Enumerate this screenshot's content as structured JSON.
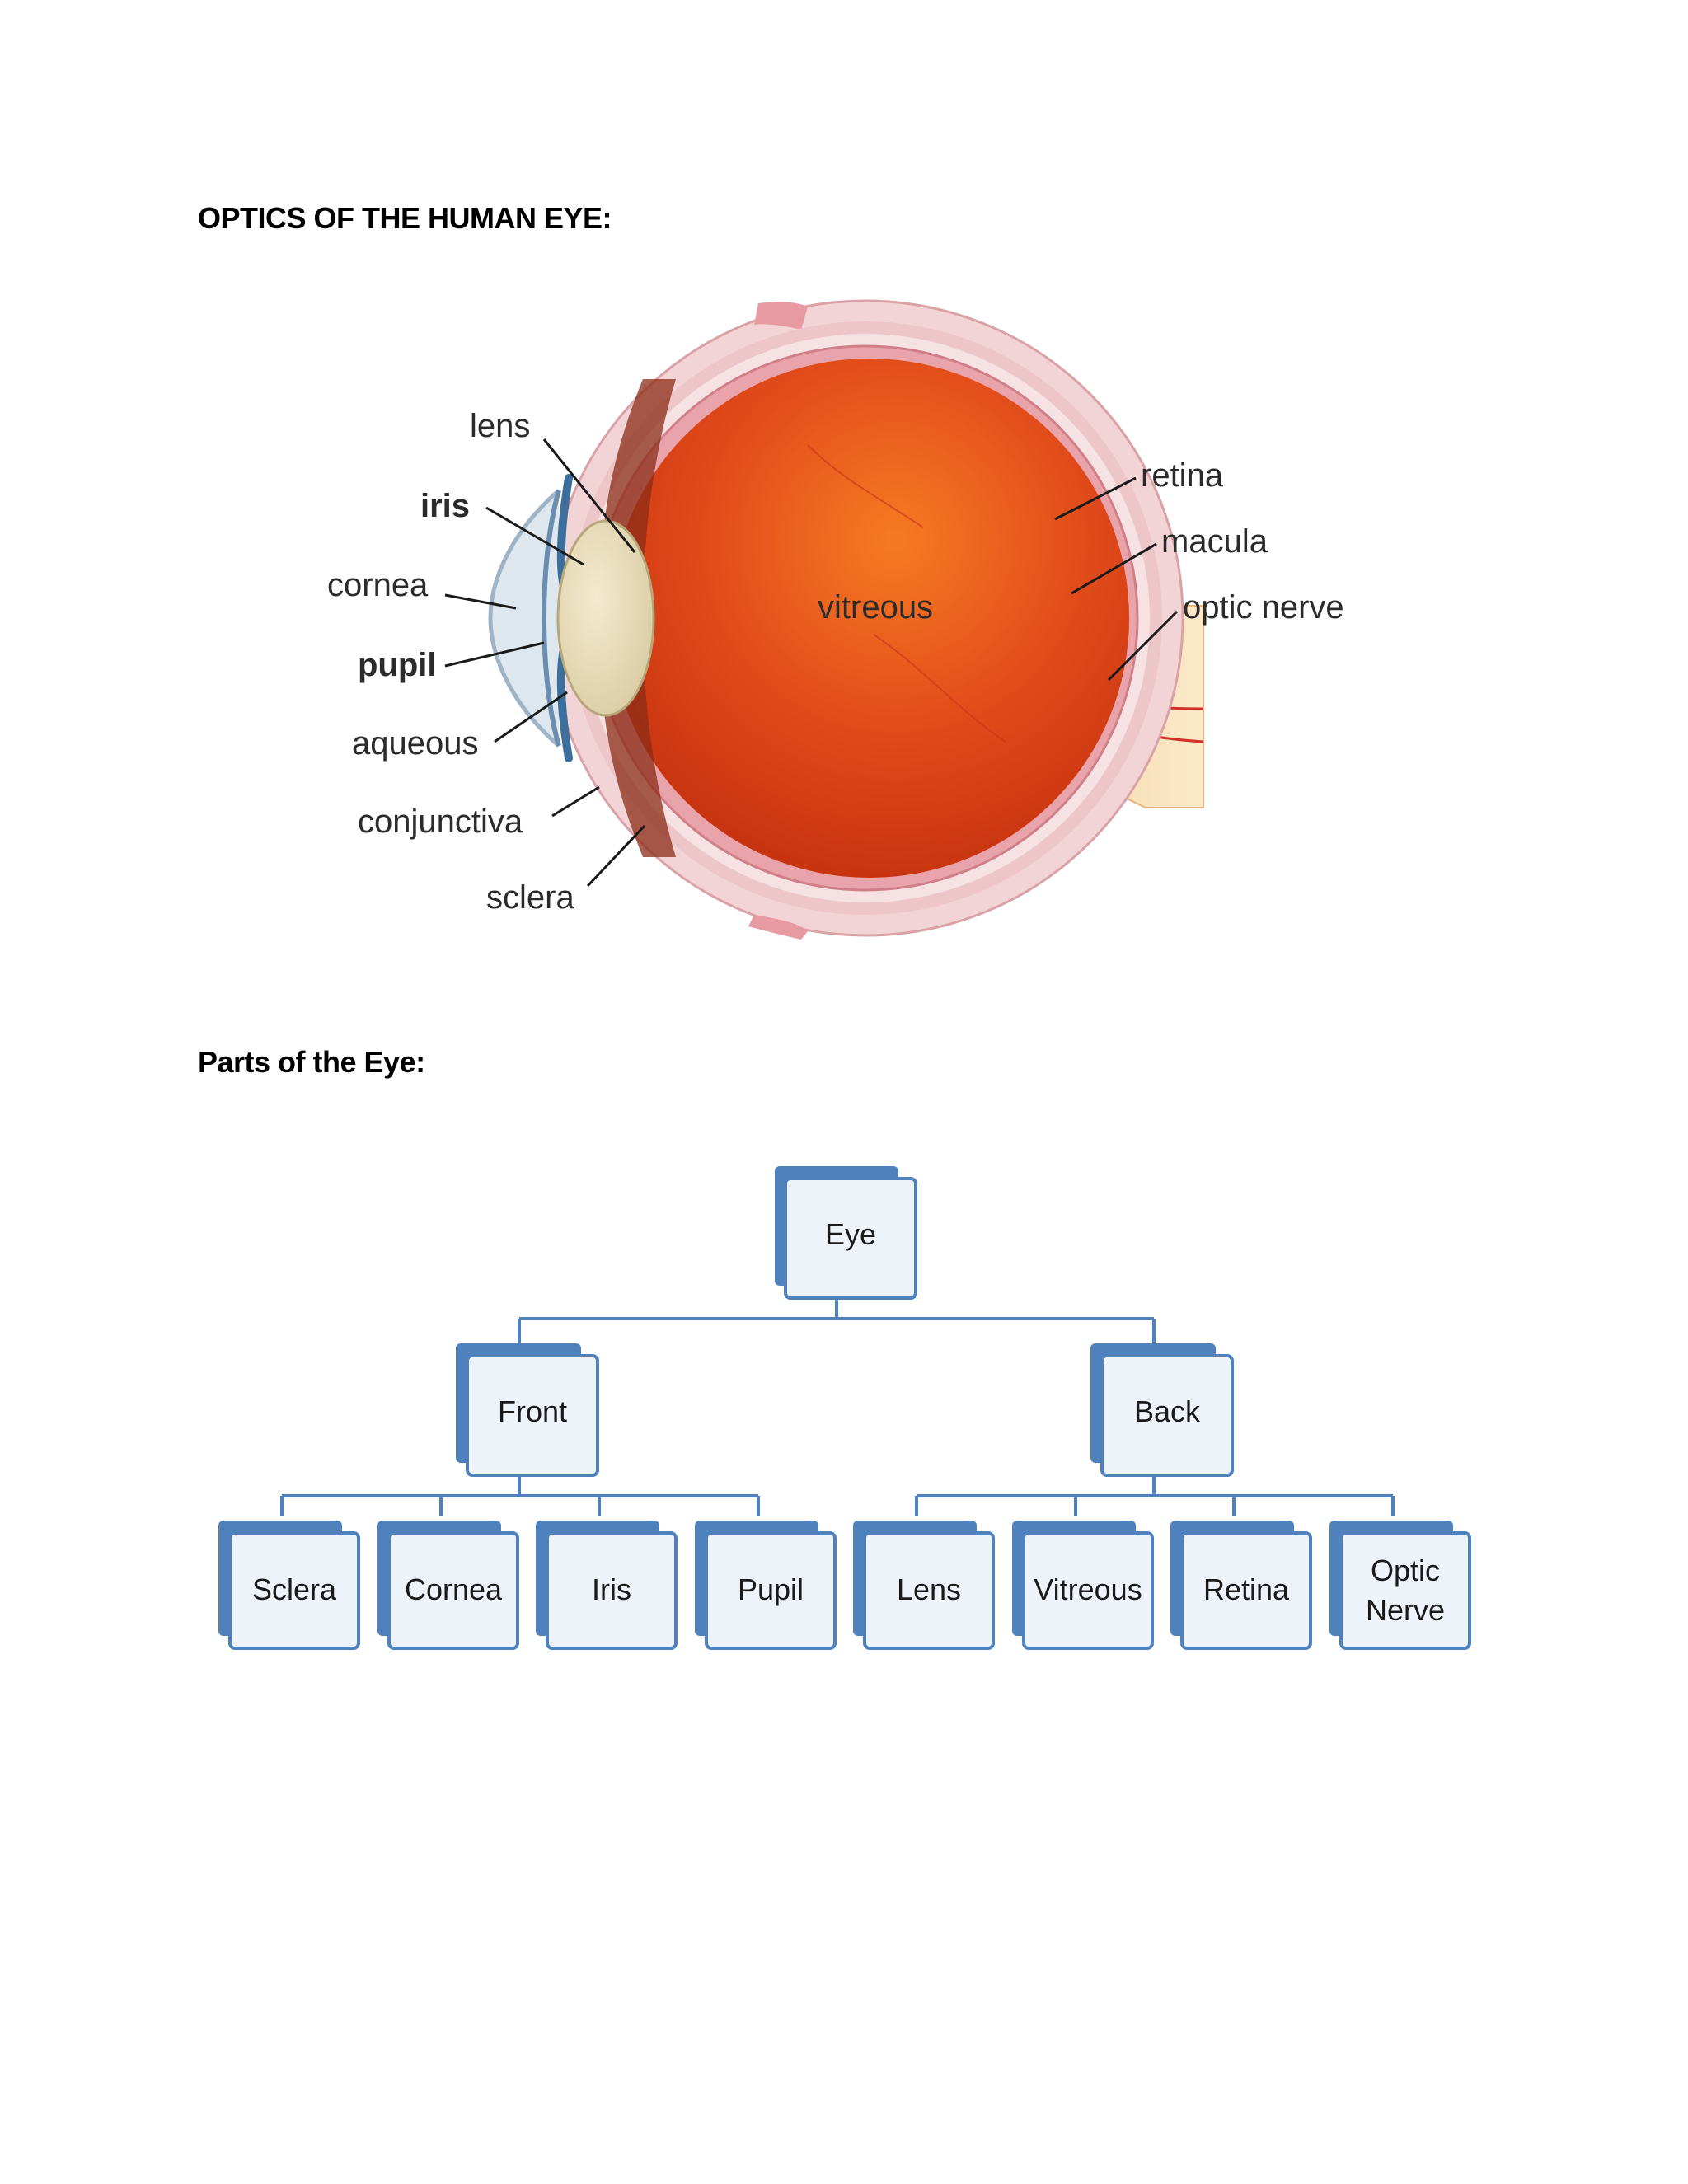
{
  "heading_optics": "OPTICS OF THE HUMAN EYE:",
  "heading_parts": "Parts of the Eye:",
  "eye_diagram": {
    "labels": {
      "lens": "lens",
      "iris": "iris",
      "cornea": "cornea",
      "pupil": "pupil",
      "aqueous": "aqueous",
      "conjunctiva": "conjunctiva",
      "sclera": "sclera",
      "vitreous": "vitreous",
      "retina": "retina",
      "macula": "macula",
      "optic_nerve": "optic nerve"
    }
  },
  "tree": {
    "root": "Eye",
    "front": "Front",
    "back": "Back",
    "front_children": [
      "Sclera",
      "Cornea",
      "Iris",
      "Pupil"
    ],
    "back_children": [
      "Lens",
      "Vitreous",
      "Retina"
    ],
    "optic_nerve_line1": "Optic",
    "optic_nerve_line2": "Nerve"
  },
  "colors": {
    "node_back": "#4f81bd",
    "node_front": "#eef3fa",
    "connector": "#4f81bd",
    "vitreous": "#e0491a",
    "sclera": "#f3d4d6"
  }
}
